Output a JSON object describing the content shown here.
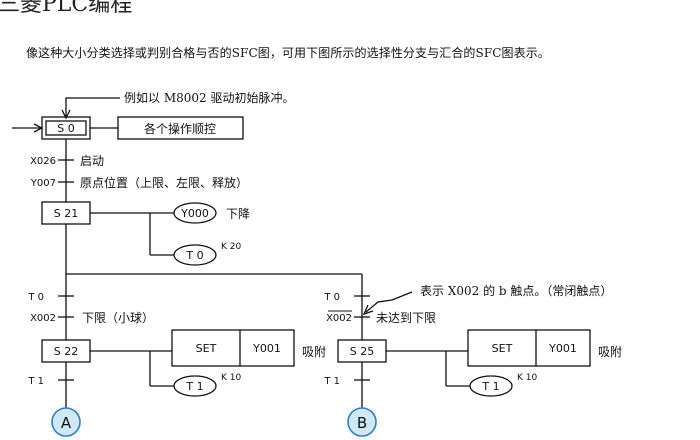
{
  "header": {
    "title": "三菱PLC编程",
    "intro": "像这种大小分类选择或判别合格与否的SFC图，可用下图所示的选择性分支与汇合的SFC图表示。"
  },
  "diagram": {
    "initial_note": "例如以 M8002 驱动初始脉冲。",
    "initial_step": "S 0",
    "initial_action": "各个操作顺控",
    "start_condition": {
      "input": "X026",
      "label": "启动"
    },
    "origin_condition": {
      "input": "Y007",
      "label": "原点位置（上限、左限、释放）"
    },
    "step21": {
      "label": "S 21",
      "output": "Y000",
      "output_label": "下降",
      "timer": "T 0",
      "timer_k": "K 20"
    },
    "left_branch": {
      "timer_contact": "T 0",
      "condition": {
        "input": "X002",
        "label": "下限（小球）"
      },
      "step": "S 22",
      "set_label": "SET",
      "set_target": "Y001",
      "set_desc": "吸附",
      "timer": "T 1",
      "timer_k": "K 10",
      "exit_contact": "T 1",
      "connector": "A"
    },
    "right_branch": {
      "timer_contact": "T 0",
      "condition": {
        "input": "X002",
        "label": "未达到下限"
      },
      "note": "表示 X002 的 b 触点。（常闭触点）",
      "step": "S 25",
      "set_label": "SET",
      "set_target": "Y001",
      "set_desc": "吸附",
      "timer": "T 1",
      "timer_k": "K 10",
      "exit_contact": "T 1",
      "connector": "B"
    },
    "colors": {
      "connector_fill": "#cfe8f6",
      "connector_stroke": "#2a7fc4",
      "line": "#111111"
    }
  }
}
